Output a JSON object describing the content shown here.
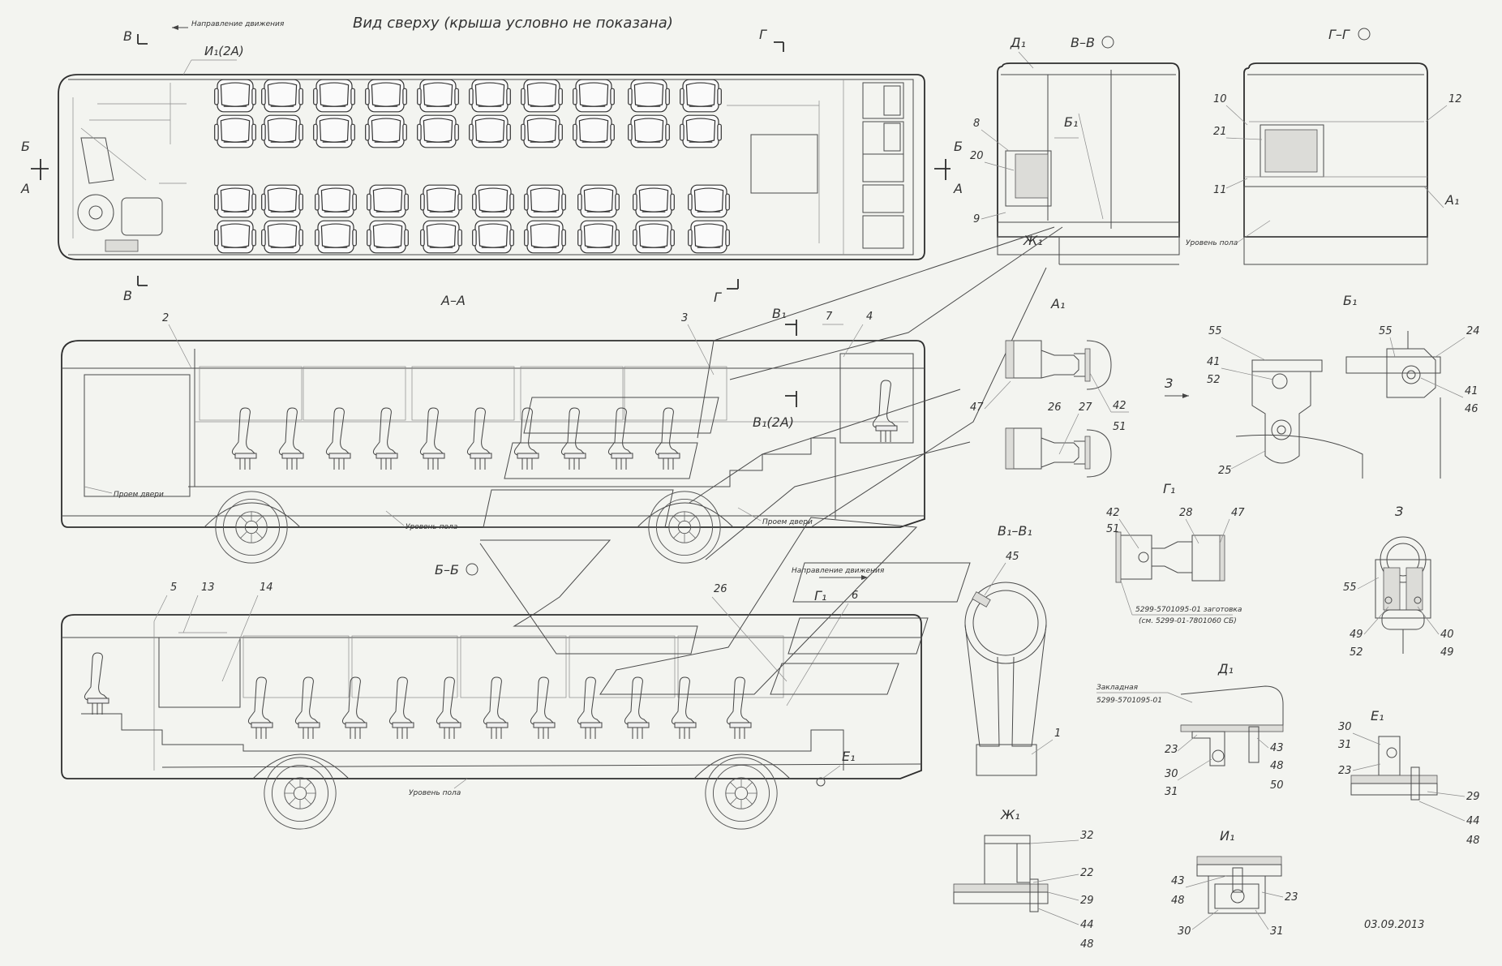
{
  "top_view": {
    "title": "Вид сверху (крыша условно не показана)",
    "direction_label": "Направление движения",
    "cut_b_left": "В",
    "cut_b_bottom": "В",
    "cut_g_top": "Г",
    "cut_g_bottom": "Г",
    "cut_bb_left": "Б",
    "cut_bb_right": "Б",
    "cut_a_left": "А",
    "cut_a_right": "А",
    "callout_i1": "И₁(2А)"
  },
  "section_aa": {
    "title": "А–А",
    "door_label_front": "Проем двери",
    "door_label_middle": "Проем двери",
    "floor_label": "Уровень пола",
    "callouts": [
      "2",
      "3",
      "7",
      "4"
    ],
    "callout_b1_top": "В₁",
    "callout_b1_2a": "В₁(2А)"
  },
  "section_bb": {
    "title": "Б–Б",
    "direction_label": "Направление движения",
    "floor_label": "Уровень пола",
    "callouts": [
      "5",
      "13",
      "14",
      "26",
      "6"
    ],
    "callout_g1": "Г₁",
    "callout_e1": "Е₁"
  },
  "section_vv": {
    "title": "В–В",
    "callout_d1": "Д₁",
    "callout_b1": "Б₁",
    "callout_zh1": "Ж₁",
    "callouts": [
      "8",
      "20",
      "9"
    ]
  },
  "section_gg": {
    "title": "Г–Г",
    "floor_label": "Уровень пола",
    "callout_a1": "А₁",
    "callouts": [
      "10",
      "21",
      "11",
      "12"
    ]
  },
  "detail_a1": {
    "title": "А₁",
    "callouts": [
      "47",
      "26",
      "27",
      "42",
      "51"
    ]
  },
  "detail_b1": {
    "title": "Б₁",
    "callouts": [
      "55",
      "41",
      "52",
      "25",
      "55",
      "24",
      "41",
      "46"
    ],
    "arrow_label": "З"
  },
  "detail_g1": {
    "title": "Г₁",
    "callouts": [
      "42",
      "51",
      "28",
      "47"
    ],
    "note_line1": "5299-5701095-01 заготовка",
    "note_line2": "(см. 5299-01-7801060 СБ)"
  },
  "detail_z": {
    "title": "З",
    "callouts": [
      "55",
      "49",
      "52",
      "40",
      "49"
    ]
  },
  "detail_v1v1": {
    "title": "В₁–В₁",
    "callouts": [
      "45",
      "1"
    ]
  },
  "detail_d1": {
    "title": "Д₁",
    "note_line1": "Закладная",
    "note_line2": "5299-5701095-01",
    "callouts": [
      "23",
      "30",
      "31",
      "43",
      "48",
      "50"
    ]
  },
  "detail_e1": {
    "title": "Е₁",
    "callouts": [
      "30",
      "31",
      "23",
      "29",
      "44",
      "48"
    ]
  },
  "detail_zh1": {
    "title": "Ж₁",
    "callouts": [
      "32",
      "22",
      "29",
      "44",
      "48"
    ]
  },
  "detail_i1": {
    "title": "И₁",
    "callouts": [
      "43",
      "48",
      "23",
      "30",
      "31"
    ]
  },
  "date": "03.09.2013"
}
